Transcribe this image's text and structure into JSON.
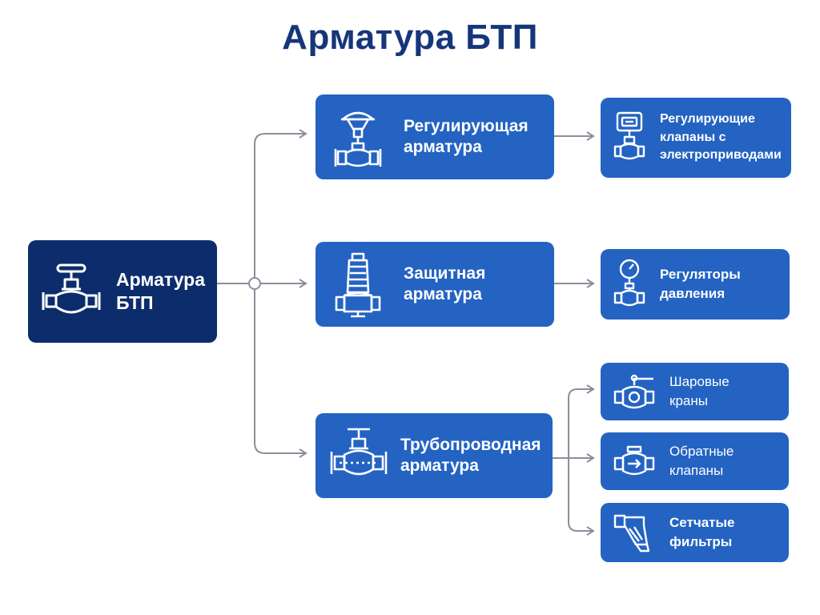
{
  "title": "Арматура БТП",
  "colors": {
    "title": "#16367a",
    "root": "#0d2c6b",
    "node": "#2463c2",
    "connector": "#8a8f99"
  },
  "root": {
    "icon": "gate-valve-icon",
    "lines": [
      "Арматура",
      "БТП"
    ]
  },
  "categories": [
    {
      "id": "regulating",
      "icon": "control-valve-icon",
      "lines": [
        "Регулирующая",
        "арматура"
      ]
    },
    {
      "id": "protective",
      "icon": "safety-valve-icon",
      "lines": [
        "Защитная",
        "арматура"
      ]
    },
    {
      "id": "pipeline",
      "icon": "pipeline-valve-icon",
      "lines": [
        "Трубопроводная",
        "арматура"
      ]
    }
  ],
  "leaves": [
    {
      "id": "electric-valves",
      "parent": "regulating",
      "icon": "electric-actuator-valve-icon",
      "lines": [
        "Регулирующие",
        "клапаны с",
        "электроприводами"
      ]
    },
    {
      "id": "pressure-regulators",
      "parent": "protective",
      "icon": "pressure-gauge-valve-icon",
      "lines": [
        "Регуляторы",
        "давления"
      ]
    },
    {
      "id": "ball-valves",
      "parent": "pipeline",
      "icon": "ball-valve-icon",
      "lines": [
        "Шаровые",
        "краны"
      ]
    },
    {
      "id": "check-valves",
      "parent": "pipeline",
      "icon": "check-valve-icon",
      "lines": [
        "Обратные",
        "клапаны"
      ]
    },
    {
      "id": "strainers",
      "parent": "pipeline",
      "icon": "strainer-icon",
      "lines": [
        "Сетчатые",
        "фильтры"
      ]
    }
  ]
}
